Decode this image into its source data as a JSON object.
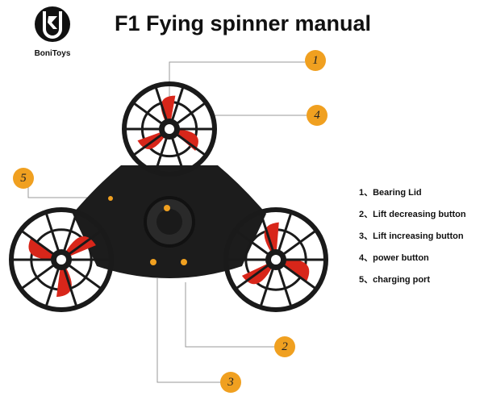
{
  "brand": {
    "name": "BoniToys"
  },
  "title": "F1 Fying spinner manual",
  "callouts": [
    "1",
    "2",
    "3",
    "4",
    "5"
  ],
  "legend": [
    "1、Bearing Lid",
    "2、Lift decreasing button",
    "3、Lift increasing button",
    "4、power button",
    "5、charging port"
  ],
  "colors": {
    "accent": "#f0a020",
    "blade": "#d8261a",
    "body": "#1a1a1a"
  }
}
